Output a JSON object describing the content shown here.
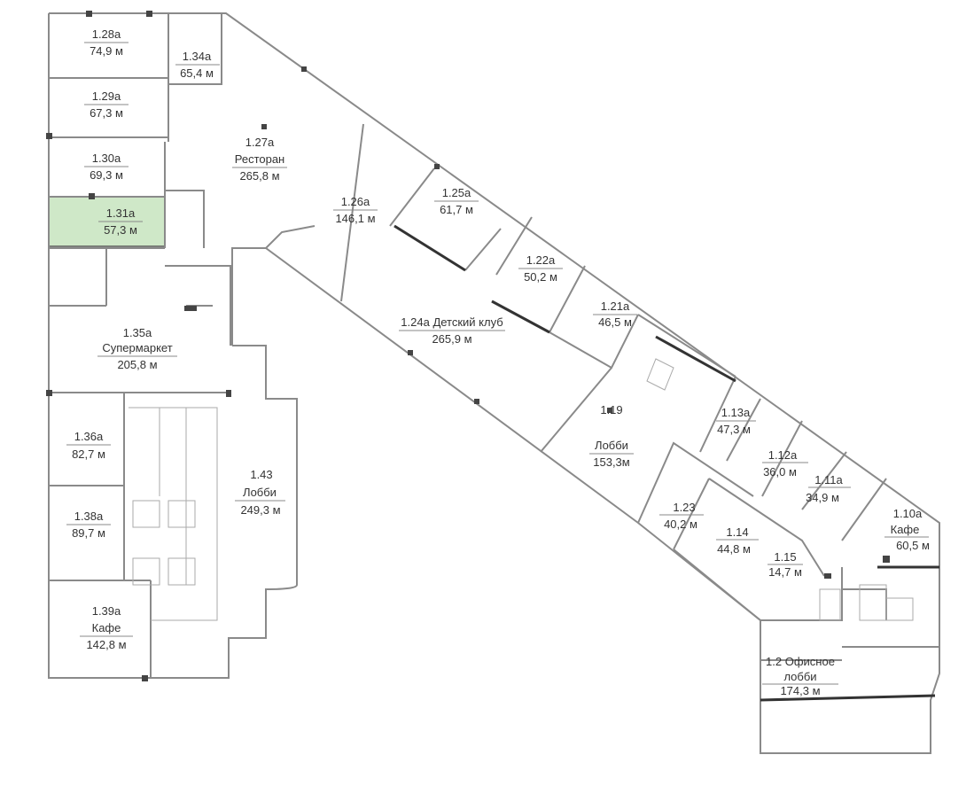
{
  "plan": {
    "highlight_color": "#cfe8c8",
    "unit": "м",
    "rooms": [
      {
        "id": "1.28а",
        "area": "74,9 м"
      },
      {
        "id": "1.34а",
        "area": "65,4 м"
      },
      {
        "id": "1.29а",
        "area": "67,3 м"
      },
      {
        "id": "1.27а",
        "name": "Ресторан",
        "area": "265,8 м"
      },
      {
        "id": "1.30а",
        "area": "69,3 м"
      },
      {
        "id": "1.31а",
        "area": "57,3 м",
        "selected": true
      },
      {
        "id": "1.26а",
        "area": "146,1 м"
      },
      {
        "id": "1.25а",
        "area": "61,7 м"
      },
      {
        "id": "1.22а",
        "area": "50,2 м"
      },
      {
        "id": "1.21а",
        "area": "46,5 м"
      },
      {
        "id": "1.24а Детский клуб",
        "area": "265,9 м"
      },
      {
        "id": "1.35а",
        "name": "Супермаркет",
        "area": "205,8 м"
      },
      {
        "id": "1.36а",
        "area": "82,7 м"
      },
      {
        "id": "1.43",
        "name": "Лобби",
        "area": "249,3 м"
      },
      {
        "id": "1.19",
        "name": "Лобби",
        "area": "153,3м"
      },
      {
        "id": "1.13а",
        "area": "47,3 м"
      },
      {
        "id": "1.12а",
        "area": "36,0 м"
      },
      {
        "id": "1.11а",
        "area": "34,9 м"
      },
      {
        "id": "1.10а",
        "name": "Кафе",
        "area": "60,5 м"
      },
      {
        "id": "1.23",
        "area": "40,2 м"
      },
      {
        "id": "1.14",
        "area": "44,8 м"
      },
      {
        "id": "1.15",
        "area": "14,7 м"
      },
      {
        "id": "1.38а",
        "area": "89,7 м"
      },
      {
        "id": "1.39а",
        "name": "Кафе",
        "area": "142,8 м"
      },
      {
        "id": "1.2 Офисное",
        "name": "лобби",
        "area": "174,3 м"
      }
    ]
  }
}
